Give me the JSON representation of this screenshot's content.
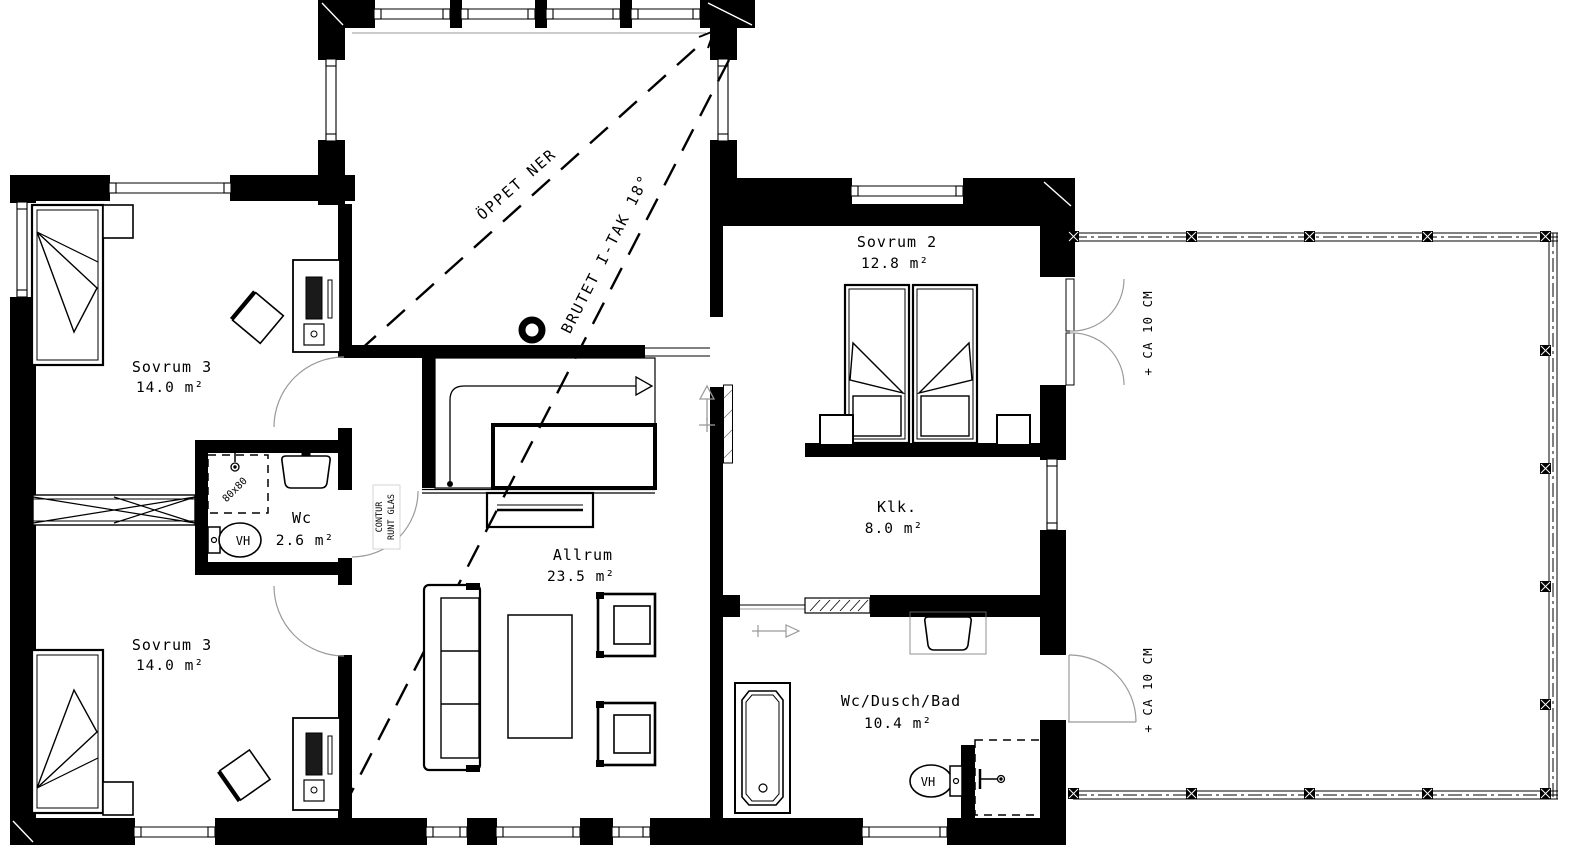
{
  "rooms": {
    "sovrum3_top": {
      "name": "Sovrum 3",
      "area": "14.0 m²"
    },
    "sovrum3_bottom": {
      "name": "Sovrum 3",
      "area": "14.0 m²"
    },
    "wc": {
      "name": "Wc",
      "area": "2.6 m²"
    },
    "allrum": {
      "name": "Allrum",
      "area": "23.5 m²"
    },
    "sovrum2": {
      "name": "Sovrum 2",
      "area": "12.8 m²"
    },
    "klk": {
      "name": "Klk.",
      "area": "8.0 m²"
    },
    "bad": {
      "name": "Wc/Dusch/Bad",
      "area": "10.4 m²"
    }
  },
  "annotations": {
    "open_below": "ÖPPET NER",
    "broken_ceiling": "BRUTET I-TAK 18°",
    "terrace_level": "+ CA 10 CM",
    "shower_size": "80x80",
    "door_note_1": "CONTUR",
    "door_note_2": "RUNT GLAS",
    "toilet_tag": "VH"
  },
  "colors": {
    "wall": "#000000",
    "symbol": "#9a9a9a",
    "background": "#ffffff"
  }
}
